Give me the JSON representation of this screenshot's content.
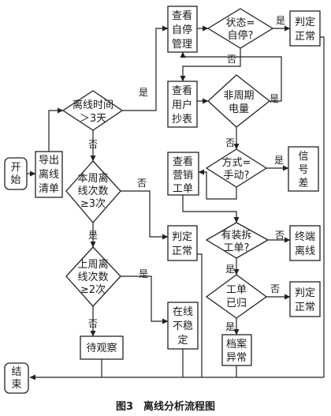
{
  "nodes": {
    "start": [
      "开",
      "始"
    ],
    "export": [
      "导出",
      "离线",
      "清单"
    ],
    "d_time": [
      "离线时间",
      "＞3天"
    ],
    "d_week": [
      "本周离",
      "线次数",
      "≥3次"
    ],
    "d_lastweek": [
      "上周离",
      "线次数",
      "≥2次"
    ],
    "observe": [
      "待观察"
    ],
    "end": [
      "结",
      "束"
    ],
    "view_stop": [
      "查看",
      "自停",
      "管理"
    ],
    "d_state": [
      "状态=",
      "自停?"
    ],
    "normal1": [
      "判定",
      "正常"
    ],
    "view_meter": [
      "查看",
      "用户",
      "抄表"
    ],
    "d_cycle": [
      "非周期",
      "电量"
    ],
    "d_method": [
      "方式=",
      "手动?"
    ],
    "signal": [
      "信",
      "号",
      "差"
    ],
    "view_sales": [
      "查看",
      "营销",
      "工单"
    ],
    "normal2": [
      "判定",
      "正常"
    ],
    "d_order": [
      "有装拆",
      "工单?"
    ],
    "terminal": [
      "终端",
      "离线"
    ],
    "unstable": [
      "在线",
      "不稳",
      "定"
    ],
    "d_done": [
      "工单",
      "已归"
    ],
    "normal3": [
      "判定",
      "正常"
    ],
    "archive": [
      "档案",
      "异常"
    ]
  },
  "edge_labels": {
    "yes": "是",
    "no": "否"
  },
  "caption": "图3　离线分析流程图"
}
